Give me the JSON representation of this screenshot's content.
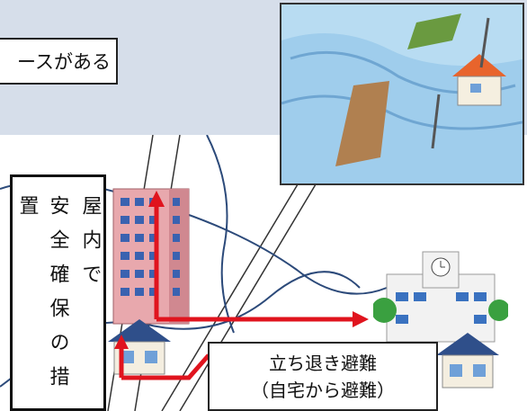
{
  "callout": {
    "text": "ースがある"
  },
  "vertical_box": {
    "col1": "屋内で",
    "col2": "安全確保の措置"
  },
  "evacuation_box": {
    "line1": "立ち退き避難",
    "line2": "（自宅から避難）"
  },
  "colors": {
    "background": "#d6deea",
    "route": "#e0141e",
    "water": "#8fc3e8",
    "building": "#e8a8ad"
  },
  "icons": [
    "apartment-building-icon",
    "house-icon",
    "school-icon",
    "tree-icon",
    "clock-icon",
    "flood-illustration"
  ]
}
